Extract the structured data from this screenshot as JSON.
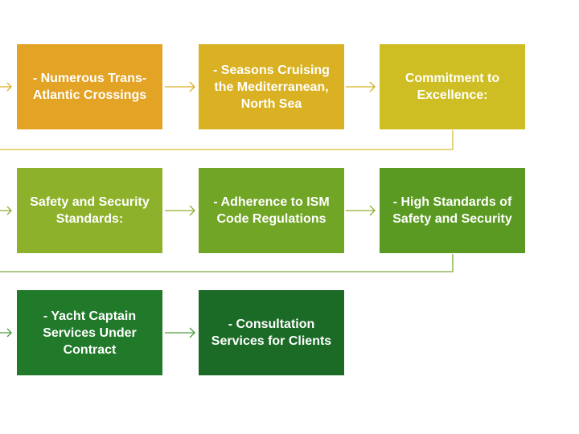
{
  "rows": [
    {
      "boxes": [
        {
          "label": "- Numerous Trans-\nAtlantic Crossings",
          "color": "#E3A324"
        },
        {
          "label": "- Seasons Cruising\nthe Mediterranean,\nNorth Sea",
          "color": "#D9B122"
        },
        {
          "label": "Commitment to\nExcellence:",
          "color": "#CEBE23"
        }
      ]
    },
    {
      "boxes": [
        {
          "label": "Safety and Security\nStandards:",
          "color": "#8DB12A"
        },
        {
          "label": "- Adherence to ISM\nCode Regulations",
          "color": "#71A526"
        },
        {
          "label": "- High Standards of\nSafety and Security",
          "color": "#5A9A22"
        }
      ]
    },
    {
      "boxes": [
        {
          "label": "- Yacht Captain\nServices Under\nContract",
          "color": "#21792A"
        },
        {
          "label": "- Consultation\nServices for Clients",
          "color": "#1B6A26"
        }
      ]
    }
  ],
  "connectors": {
    "row1_arrow_color": "#D9B122",
    "row1_wrap_color": "#D4BD3A",
    "row2_arrow_color": "#8DB12A",
    "row2_wrap_color": "#7AAA3A",
    "row3_arrow_color": "#4E9A3F"
  }
}
